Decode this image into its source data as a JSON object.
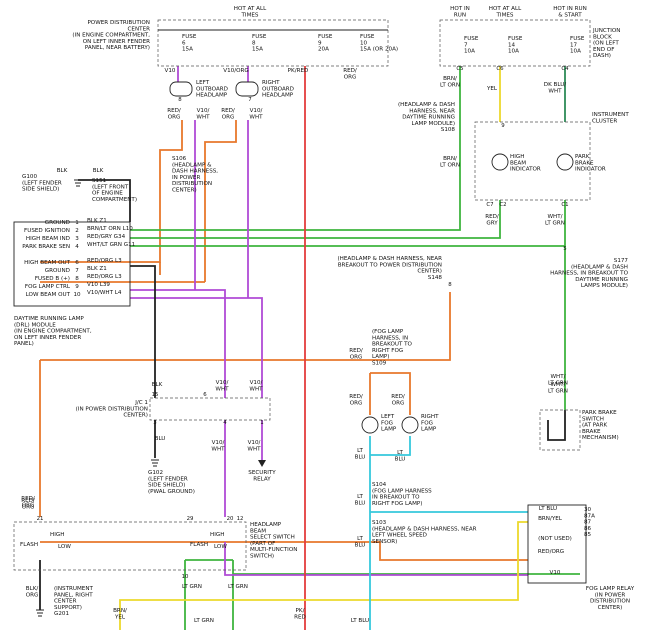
{
  "colors": {
    "orange": "#e8782c",
    "green": "#3fb53f",
    "purple": "#b04bd6",
    "red": "#e33c3c",
    "yellow": "#ecd92c",
    "cyan": "#36c8dc",
    "darkgreen": "#2e8b57",
    "black": "#222222",
    "olive": "#b8a53a"
  },
  "texts": [
    {
      "id": "hot-at-all-times-top",
      "lines": [
        "HOT AT ALL",
        "TIMES"
      ],
      "anchor": "middle"
    },
    {
      "id": "pdc-title",
      "lines": [
        "POWER DISTRIBUTION",
        "CENTER",
        "(IN ENGINE COMPARTMENT,",
        "ON LEFT INNER FENDER",
        "PANEL, NEAR BATTERY)"
      ],
      "anchor": "end"
    },
    {
      "id": "fuse6",
      "lines": [
        "FUSE",
        "6",
        "15A"
      ],
      "anchor": "start"
    },
    {
      "id": "fuse8",
      "lines": [
        "FUSE",
        "8",
        "15A"
      ],
      "anchor": "start"
    },
    {
      "id": "fuse9",
      "lines": [
        "FUSE",
        "9",
        "20A"
      ],
      "anchor": "start"
    },
    {
      "id": "fuse10",
      "lines": [
        "FUSE",
        "10",
        "15A (OR 20A)"
      ],
      "anchor": "start"
    },
    {
      "id": "hot-in-run",
      "lines": [
        "HOT IN",
        "RUN"
      ],
      "anchor": "middle"
    },
    {
      "id": "hot-at-all-times-jb",
      "lines": [
        "HOT AT ALL",
        "TIMES"
      ],
      "anchor": "middle"
    },
    {
      "id": "hot-in-run-start",
      "lines": [
        "HOT IN RUN",
        "& START"
      ],
      "anchor": "middle"
    },
    {
      "id": "fuse7",
      "lines": [
        "FUSE",
        "7",
        "10A"
      ],
      "anchor": "start"
    },
    {
      "id": "fuse14",
      "lines": [
        "FUSE",
        "14",
        "10A"
      ],
      "anchor": "start"
    },
    {
      "id": "fuse17",
      "lines": [
        "FUSE",
        "17",
        "10A"
      ],
      "anchor": "start"
    },
    {
      "id": "junction-block",
      "lines": [
        "JUNCTION",
        "BLOCK",
        "(ON LEFT",
        "END OF",
        "DASH)"
      ],
      "anchor": "start"
    },
    {
      "id": "w-v10-top",
      "lines": [
        "V10"
      ],
      "anchor": "middle"
    },
    {
      "id": "w-v10org",
      "lines": [
        "V10/ORG"
      ],
      "anchor": "middle"
    },
    {
      "id": "w-pkred",
      "lines": [
        "PK/RED"
      ],
      "anchor": "middle"
    },
    {
      "id": "w-redorg-top",
      "lines": [
        "RED/",
        "ORG"
      ],
      "anchor": "middle"
    },
    {
      "id": "left-headlamp",
      "lines": [
        "LEFT",
        "OUTBOARD",
        "HEADLAMP"
      ],
      "anchor": "start"
    },
    {
      "id": "right-headlamp",
      "lines": [
        "RIGHT",
        "OUTBOARD",
        "HEADLAMP"
      ],
      "anchor": "start"
    },
    {
      "id": "w-redorg-l",
      "lines": [
        "RED/",
        "ORG"
      ],
      "anchor": "middle"
    },
    {
      "id": "w-v10wht-l",
      "lines": [
        "V10/",
        "WHT"
      ],
      "anchor": "middle"
    },
    {
      "id": "w-redorg-r",
      "lines": [
        "RED/",
        "ORG"
      ],
      "anchor": "middle"
    },
    {
      "id": "w-v10wht-r",
      "lines": [
        "V10/",
        "WHT"
      ],
      "anchor": "middle"
    },
    {
      "id": "w-ltorg-jb",
      "lines": [
        "BRN/",
        "LT ORN"
      ],
      "anchor": "middle"
    },
    {
      "id": "w-yel-jb",
      "lines": [
        "YEL"
      ],
      "anchor": "middle"
    },
    {
      "id": "w-dkblu-jb",
      "lines": [
        "DK BLU/",
        "WHT"
      ],
      "anchor": "middle"
    },
    {
      "id": "s108-note",
      "lines": [
        "(HEADLAMP & DASH",
        "HARNESS, NEAR",
        "DAYTIME RUNNING",
        "LAMP MODULE)",
        "S108"
      ],
      "anchor": "end"
    },
    {
      "id": "inst-cluster",
      "lines": [
        "INSTRUMENT",
        "CLUSTER"
      ],
      "anchor": "start"
    },
    {
      "id": "w-brnltorn-ic",
      "lines": [
        "BRN/",
        "LT ORN"
      ],
      "anchor": "middle"
    },
    {
      "id": "high-beam-ind",
      "lines": [
        "HIGH",
        "BEAM",
        "INDICATOR"
      ],
      "anchor": "start"
    },
    {
      "id": "park-brake-ind",
      "lines": [
        "PARK",
        "BRAKE",
        "INDICATOR"
      ],
      "anchor": "start"
    },
    {
      "id": "w-redgry",
      "lines": [
        "RED/",
        "GRY"
      ],
      "anchor": "middle"
    },
    {
      "id": "w-whtltgrn",
      "lines": [
        "WHT/",
        "LT GRN"
      ],
      "anchor": "middle"
    },
    {
      "id": "w-blk-1",
      "lines": [
        "BLK"
      ],
      "anchor": "middle"
    },
    {
      "id": "w-blk-2",
      "lines": [
        "BLK"
      ],
      "anchor": "middle"
    },
    {
      "id": "g100",
      "lines": [
        "G100",
        "(LEFT FENDER",
        "SIDE SHIELD)"
      ],
      "anchor": "start"
    },
    {
      "id": "s151",
      "lines": [
        "S151",
        "(LEFT FRONT",
        "OF ENGINE",
        "COMPARTMENT)"
      ],
      "anchor": "start"
    },
    {
      "id": "s106",
      "lines": [
        "S106",
        "(HEADLAMP &",
        "DASH HARNESS,",
        "IN POWER",
        "DISTRIBUTION",
        "CENTER)"
      ],
      "anchor": "start"
    },
    {
      "id": "drl-pins",
      "lines": [
        "GROUND",
        "FUSED IGNITION",
        "HIGH BEAM IND",
        "PARK BRAKE SEN",
        "",
        "HIGH BEAM OUT",
        "GROUND",
        "FUSED B (+)",
        "FOG LAMP CTRL",
        "LOW BEAM OUT"
      ],
      "anchor": "end"
    },
    {
      "id": "drl-pin-nums",
      "lines": [
        "1",
        "2",
        "3",
        "4",
        "",
        "6",
        "7",
        "8",
        "9",
        "10"
      ],
      "anchor": "middle"
    },
    {
      "id": "drl-wires",
      "lines": [
        "BLK    Z1",
        "BRN/LT ORN   L10",
        "RED/GRY   G34",
        "WHT/LT GRN   G11",
        "",
        "RED/ORG   L3",
        "BLK   Z1",
        "RED/ORG   L3",
        "V10    L39",
        "V10/WHT   L4"
      ],
      "anchor": "start"
    },
    {
      "id": "drl-module",
      "lines": [
        "DAYTIME RUNNING LAMP",
        "(DRL) MODULE",
        "(IN ENGINE COMPARTMENT,",
        "ON LEFT INNER FENDER",
        "PANEL)"
      ],
      "anchor": "start"
    },
    {
      "id": "s148-note",
      "lines": [
        "(HEADLAMP & DASH HARNESS, NEAR",
        "BREAKOUT TO POWER DISTRIBUTION",
        "CENTER)",
        "S148"
      ],
      "anchor": "end"
    },
    {
      "id": "s177-note",
      "lines": [
        "S177",
        "(HEADLAMP & DASH",
        "HARNESS, IN BREAKOUT TO",
        "DAYTIME RUNNING",
        "LAMPS MODULE)"
      ],
      "anchor": "end"
    },
    {
      "id": "s109-note",
      "lines": [
        "(FOG LAMP",
        "HARNESS, IN",
        "BREAKOUT TO",
        "RIGHT FOG",
        "LAMP)",
        "S109"
      ],
      "anchor": "start"
    },
    {
      "id": "w-redorg-mid",
      "lines": [
        "RED/",
        "ORG"
      ],
      "anchor": "middle"
    },
    {
      "id": "w-whtltgrn-2",
      "lines": [
        "WHT/",
        "LT GRN"
      ],
      "anchor": "middle"
    },
    {
      "id": "w-blk-jc",
      "lines": [
        "BLK"
      ],
      "anchor": "middle"
    },
    {
      "id": "w-v10wht-jc1",
      "lines": [
        "V10/",
        "WHT"
      ],
      "anchor": "middle"
    },
    {
      "id": "w-v10wht-jc2",
      "lines": [
        "V10/",
        "WHT"
      ],
      "anchor": "middle"
    },
    {
      "id": "jc1",
      "lines": [
        "J/C 1",
        "(IN POWER DISTRIBUTION",
        "CENTER)"
      ],
      "anchor": "end"
    },
    {
      "id": "w-redorg-fl",
      "lines": [
        "RED/",
        "ORG"
      ],
      "anchor": "middle"
    },
    {
      "id": "w-redorg-fr",
      "lines": [
        "RED/",
        "ORG"
      ],
      "anchor": "middle"
    },
    {
      "id": "left-fog",
      "lines": [
        "LEFT",
        "FOG",
        "LAMP"
      ],
      "anchor": "start"
    },
    {
      "id": "right-fog",
      "lines": [
        "RIGHT",
        "FOG",
        "LAMP"
      ],
      "anchor": "start"
    },
    {
      "id": "park-brake-sw",
      "lines": [
        "PARK BRAKE",
        "SWITCH",
        "(AT PARK",
        "BRAKE",
        "MECHANISM)"
      ],
      "anchor": "start"
    },
    {
      "id": "w-whtltgrn-3",
      "lines": [
        "WHT/",
        "LT GRN"
      ],
      "anchor": "middle"
    },
    {
      "id": "w-blu-jc",
      "lines": [
        "BLU"
      ],
      "anchor": "middle"
    },
    {
      "id": "w-v10wht-jc3",
      "lines": [
        "V10/",
        "WHT"
      ],
      "anchor": "middle"
    },
    {
      "id": "w-v10wht-jc4",
      "lines": [
        "V10/",
        "WHT"
      ],
      "anchor": "middle"
    },
    {
      "id": "security-relay",
      "lines": [
        "SECURITY",
        "RELAY"
      ],
      "anchor": "middle"
    },
    {
      "id": "g102",
      "lines": [
        "G102",
        "(LEFT FENDER",
        "SIDE SHIELD)",
        "(PWAL GROUND)"
      ],
      "anchor": "start"
    },
    {
      "id": "w-ltblu-fl",
      "lines": [
        "LT",
        "BLU"
      ],
      "anchor": "middle"
    },
    {
      "id": "w-ltblu-fr",
      "lines": [
        "LT",
        "BLU"
      ],
      "anchor": "middle"
    },
    {
      "id": "s104-note",
      "lines": [
        "S104",
        "(FOG LAMP HARNESS",
        "IN BREAKOUT TO",
        "RIGHT FOG LAMP)"
      ],
      "anchor": "start"
    },
    {
      "id": "w-redorg-sw",
      "lines": [
        "RED/",
        "ORG"
      ],
      "anchor": "middle"
    },
    {
      "id": "w-ltblu-s104",
      "lines": [
        "LT",
        "BLU"
      ],
      "anchor": "middle"
    },
    {
      "id": "s103-note",
      "lines": [
        "S103",
        "(HEADLAMP & DASH HARNESS, NEAR",
        "LEFT WHEEL SPEED",
        "SENSOR)"
      ],
      "anchor": "start"
    },
    {
      "id": "w-ltblu-s103",
      "lines": [
        "LT",
        "BLU"
      ],
      "anchor": "middle"
    },
    {
      "id": "relay-ltblu",
      "lines": [
        "LT BLU"
      ],
      "anchor": "middle"
    },
    {
      "id": "relay-brnyel",
      "lines": [
        "BRN/YEL"
      ],
      "anchor": "middle"
    },
    {
      "id": "relay-notused",
      "lines": [
        "(NOT USED)"
      ],
      "anchor": "middle"
    },
    {
      "id": "relay-redorg",
      "lines": [
        "RED/ORG"
      ],
      "anchor": "middle"
    },
    {
      "id": "relay-v10",
      "lines": [
        "V10"
      ],
      "anchor": "middle"
    },
    {
      "id": "relay-pins",
      "lines": [
        "30",
        "87A",
        "87",
        "86",
        "85"
      ],
      "anchor": "start"
    },
    {
      "id": "fog-relay",
      "lines": [
        "FOG LAMP RELAY",
        "(IN POWER",
        "DISTRIBUTION",
        "CENTER)"
      ],
      "anchor": "middle"
    },
    {
      "id": "hbs-switch",
      "lines": [
        "HEADLAMP",
        "BEAM",
        "SELECT SWITCH",
        "(PART OF",
        "MULTI-FUNCTION",
        "SWITCH)"
      ],
      "anchor": "start"
    },
    {
      "id": "flash-l",
      "lines": [
        "FLASH"
      ],
      "anchor": "start"
    },
    {
      "id": "high-l",
      "lines": [
        "HIGH"
      ],
      "anchor": "start"
    },
    {
      "id": "low-l",
      "lines": [
        "LOW"
      ],
      "anchor": "start"
    },
    {
      "id": "flash-r",
      "lines": [
        "FLASH"
      ],
      "anchor": "start"
    },
    {
      "id": "high-r",
      "lines": [
        "HIGH"
      ],
      "anchor": "start"
    },
    {
      "id": "low-r",
      "lines": [
        "LOW"
      ],
      "anchor": "start"
    },
    {
      "id": "w-redorg-sw-l",
      "lines": [
        "RED/",
        "ORG"
      ],
      "anchor": "middle"
    },
    {
      "id": "w-blkorg-l",
      "lines": [
        "BLK/",
        "ORG"
      ],
      "anchor": "middle"
    },
    {
      "id": "g201",
      "lines": [
        "(INSTRUMENT",
        "PANEL, RIGHT",
        "CENTER",
        "SUPPORT)",
        "G201"
      ],
      "anchor": "start"
    },
    {
      "id": "w-ltgrn-1",
      "lines": [
        "LT GRN"
      ],
      "anchor": "middle"
    },
    {
      "id": "w-ltgrn-2",
      "lines": [
        "LT GRN"
      ],
      "anchor": "middle"
    },
    {
      "id": "w-brnyel-bot",
      "lines": [
        "BRN/",
        "YEL"
      ],
      "anchor": "middle"
    },
    {
      "id": "w-ltgrn-bot",
      "lines": [
        "LT GRN"
      ],
      "anchor": "middle"
    },
    {
      "id": "w-pkred-bot",
      "lines": [
        "PK/",
        "RED"
      ],
      "anchor": "middle"
    },
    {
      "id": "w-ltblu-bot",
      "lines": [
        "LT BLU"
      ],
      "anchor": "middle"
    },
    {
      "id": "pin-labels",
      "lines": [
        "8",
        "7",
        "C5",
        "C6",
        "C4",
        "9",
        "C7",
        "C2",
        "C1",
        "21",
        "20",
        "10",
        "15",
        "6",
        "4",
        "1",
        "3",
        "29",
        "12",
        "8",
        "5"
      ],
      "anchor": "middle"
    }
  ]
}
